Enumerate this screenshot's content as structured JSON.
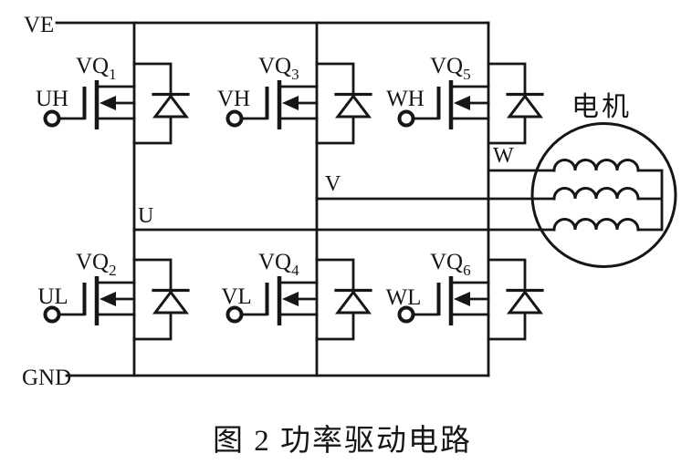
{
  "diagram": {
    "caption": "图 2 功率驱动电路",
    "rails": {
      "top": "VE",
      "bottom": "GND"
    },
    "phases": {
      "u": "U",
      "v": "V",
      "w": "W"
    },
    "motor": {
      "label": "电机",
      "windings": 3
    },
    "transistors": [
      {
        "name": "VQ",
        "sub": "1",
        "gate": "UH"
      },
      {
        "name": "VQ",
        "sub": "2",
        "gate": "UL"
      },
      {
        "name": "VQ",
        "sub": "3",
        "gate": "VH"
      },
      {
        "name": "VQ",
        "sub": "4",
        "gate": "VL"
      },
      {
        "name": "VQ",
        "sub": "5",
        "gate": "WH"
      },
      {
        "name": "VQ",
        "sub": "6",
        "gate": "WL"
      }
    ],
    "colors": {
      "ink": "#161616",
      "background": "#ffffff"
    }
  }
}
